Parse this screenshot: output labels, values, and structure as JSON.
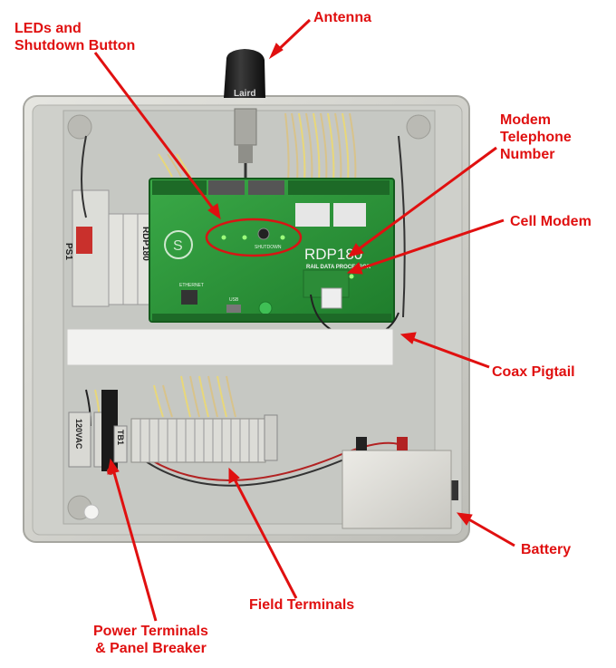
{
  "labels": {
    "antenna": "Antenna",
    "leds_line1": "LEDs and",
    "leds_line2": "Shutdown Button",
    "modem_line1": "Modem",
    "modem_line2": "Telephone",
    "modem_line3": "Number",
    "cell_modem": "Cell Modem",
    "coax": "Coax Pigtail",
    "battery": "Battery",
    "field_terminals": "Field Terminals",
    "power_line1": "Power Terminals",
    "power_line2": "& Panel Breaker"
  },
  "device": {
    "antenna_brand": "Laird",
    "board_model": "RDP180",
    "board_subtitle": "RAIL DATA PROCESSOR",
    "psu_label": "PS1",
    "board_tag": "RDP180",
    "voltage_tag": "120VAC",
    "terminal_block": "TB1",
    "port_ethernet": "ETHERNET",
    "port_usb": "USB",
    "port_shutdown": "SHUTDOWN"
  },
  "colors": {
    "annotation": "#e01010",
    "enclosure": "#d4d4ce",
    "board": "#2f9a3c",
    "backplate": "#c9cbc7"
  }
}
